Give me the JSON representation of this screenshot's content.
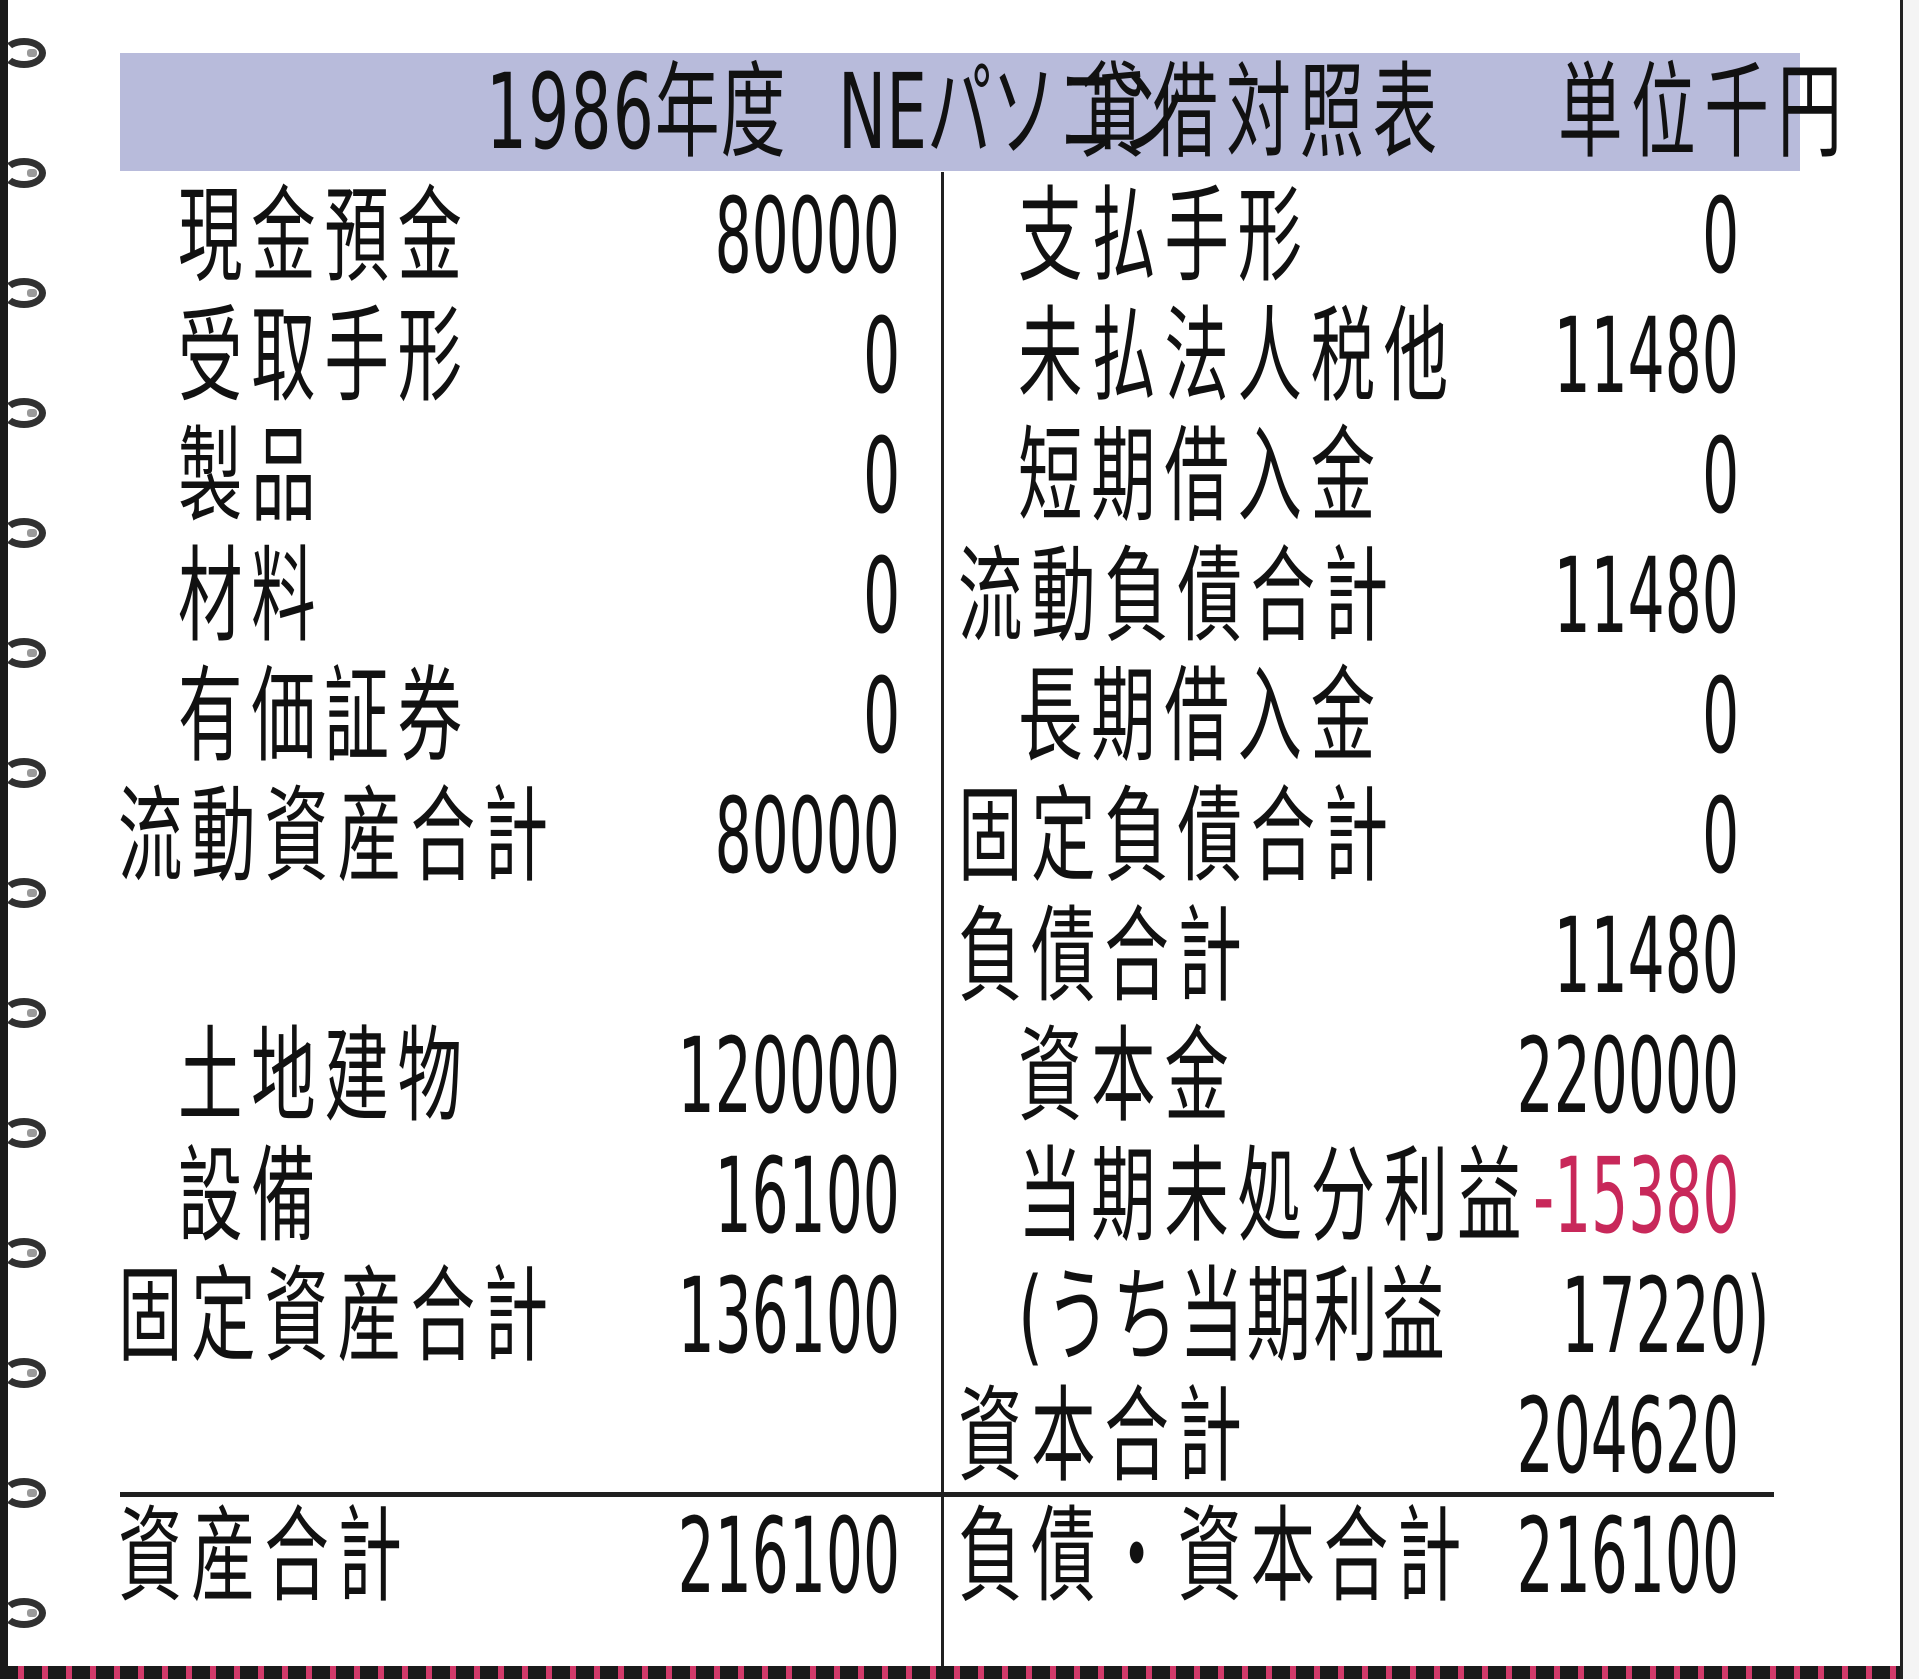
{
  "header": {
    "year": "1986年度",
    "company": "NEパソコン",
    "title": "貸借対照表",
    "unit": "単位千円"
  },
  "assets": [
    {
      "label": "現金預金",
      "value": "80000"
    },
    {
      "label": "受取手形",
      "value": "0"
    },
    {
      "label": "製品",
      "value": "0"
    },
    {
      "label": "材料",
      "value": "0"
    },
    {
      "label": "有価証券",
      "value": "0"
    },
    {
      "label": "流動資産合計",
      "value": "80000"
    },
    {
      "label": "土地建物",
      "value": "120000"
    },
    {
      "label": "設備",
      "value": "16100"
    },
    {
      "label": "固定資産合計",
      "value": "136100"
    }
  ],
  "liabilities": [
    {
      "label": "支払手形",
      "value": "0"
    },
    {
      "label": "未払法人税他",
      "value": "11480"
    },
    {
      "label": "短期借入金",
      "value": "0"
    },
    {
      "label": "流動負債合計",
      "value": "11480"
    },
    {
      "label": "長期借入金",
      "value": "0"
    },
    {
      "label": "固定負債合計",
      "value": "0"
    },
    {
      "label": "負債合計",
      "value": "11480"
    },
    {
      "label": "資本金",
      "value": "220000"
    },
    {
      "label": "当期未処分利益",
      "value": "-15380"
    },
    {
      "label": "(うち当期利益",
      "value": "17220)"
    },
    {
      "label": "資本合計",
      "value": "204620"
    }
  ],
  "totals": {
    "assets_label": "資産合計",
    "assets_value": "216100",
    "liab_label": "負債・資本合計",
    "liab_value": "216100"
  },
  "colors": {
    "header_band": "#b8bbdb",
    "negative": "#c8285a"
  }
}
